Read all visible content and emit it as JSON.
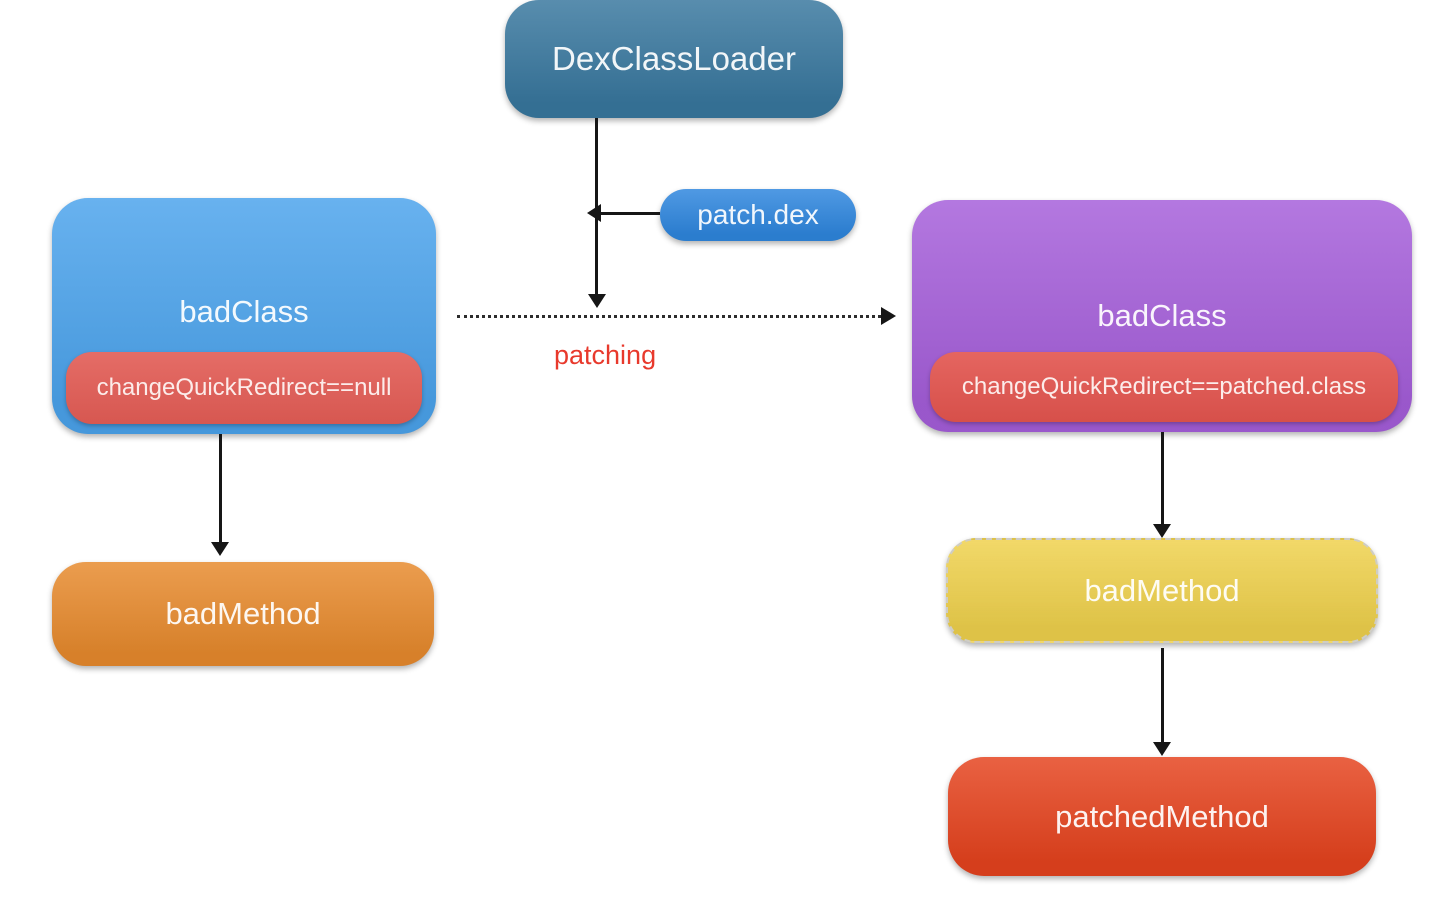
{
  "colors": {
    "background": "#ffffff",
    "arrow": "#161616",
    "patching_label": "#e8392c"
  },
  "nodes": {
    "dex_class_loader": {
      "label": "DexClassLoader",
      "fill": "#38779e"
    },
    "patch_dex": {
      "label": "patch.dex",
      "fill": "#2e86de"
    },
    "bad_class_original": {
      "label": "badClass",
      "fill": "#4ba3ec",
      "condition": {
        "label": "changeQuickRedirect==null",
        "fill": "#e25c55"
      }
    },
    "bad_class_patched": {
      "label": "badClass",
      "fill": "#a55eda",
      "condition": {
        "label": "changeQuickRedirect==patched.class",
        "fill": "#e2544e"
      }
    },
    "bad_method_original": {
      "label": "badMethod",
      "fill": "#e78a2d"
    },
    "bad_method_patched": {
      "label": "badMethod",
      "fill": "#efd14c"
    },
    "patched_method": {
      "label": "patchedMethod",
      "fill": "#e5431e"
    }
  },
  "edges": {
    "patching": {
      "label": "patching"
    }
  }
}
